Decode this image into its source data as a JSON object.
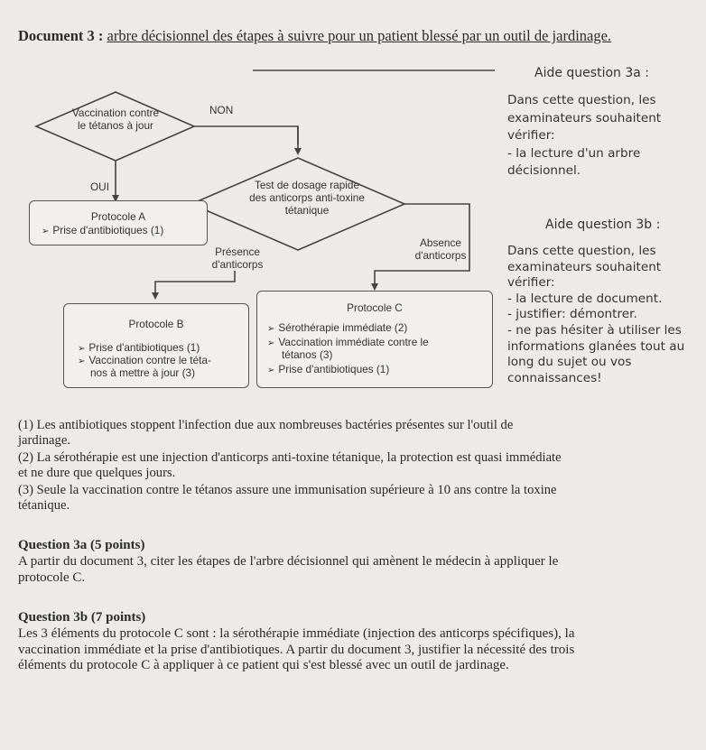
{
  "document": {
    "title_bold": "Document 3 :",
    "title_rest": "arbre décisionnel des étapes à suivre pour un patient blessé par un outil de jardinage."
  },
  "aide_3a": {
    "heading": "Aide question 3a :",
    "lines": [
      "Dans cette question, les",
      "examinateurs souhaitent",
      "vérifier:",
      "- la lecture d'un arbre",
      "décisionnel."
    ]
  },
  "aide_3b": {
    "heading": "Aide question 3b :",
    "lines": [
      "Dans cette question, les",
      "examinateurs souhaitent",
      "vérifier:",
      "- la lecture de document.",
      "- justifier: démontrer.",
      "- ne pas hésiter à utiliser les",
      "informations glanées tout au",
      "long du sujet ou vos",
      "connaissances!"
    ]
  },
  "diagram": {
    "vaccination_lines": [
      "Vaccination contre",
      "le tétanos à jour"
    ],
    "non": "NON",
    "oui": "OUI",
    "test_lines": [
      "Test de dosage rapide",
      "des anticorps anti-toxine",
      "tétanique"
    ],
    "protocole_a": {
      "title": "Protocole A",
      "items": [
        "Prise d'antibiotiques (1)"
      ]
    },
    "presence_lines": [
      "Présence",
      "d'anticorps"
    ],
    "absence_lines": [
      "Absence",
      "d'anticorps"
    ],
    "protocole_b": {
      "title": "Protocole B",
      "items": [
        "Prise d'antibiotiques (1)",
        "Vaccination contre le téta-"
      ],
      "item_cont": "nos à mettre à jour (3)"
    },
    "protocole_c": {
      "title": "Protocole C",
      "items": [
        "Sérothérapie immédiate (2)",
        "Vaccination immédiate contre le",
        "Prise d'antibiotiques (1)"
      ],
      "item_cont": "tétanos (3)"
    }
  },
  "notes": [
    [
      "(1) Les antibiotiques stoppent l'infection due aux nombreuses bactéries présentes sur l'outil de",
      "jardinage."
    ],
    [
      "(2) La sérothérapie est une injection d'anticorps anti-toxine tétanique, la protection est quasi immédiate",
      "et ne dure que quelques jours."
    ],
    [
      "(3) Seule la vaccination contre le tétanos assure une immunisation supérieure à 10 ans contre la toxine",
      "tétanique."
    ]
  ],
  "question_3a": {
    "title": "Question 3a (5 points)",
    "lines": [
      "A partir du document 3, citer les étapes de l'arbre décisionnel qui amènent le médecin à appliquer le",
      "protocole C."
    ]
  },
  "question_3b": {
    "title": "Question 3b (7 points)",
    "lines": [
      "Les 3 éléments du protocole C sont : la sérothérapie immédiate (injection des anticorps spécifiques), la",
      "vaccination immédiate et la prise d'antibiotiques. A partir du document 3, justifier la nécessité des trois",
      "éléments du protocole C à appliquer à ce patient qui s'est blessé avec un outil de jardinage."
    ]
  }
}
